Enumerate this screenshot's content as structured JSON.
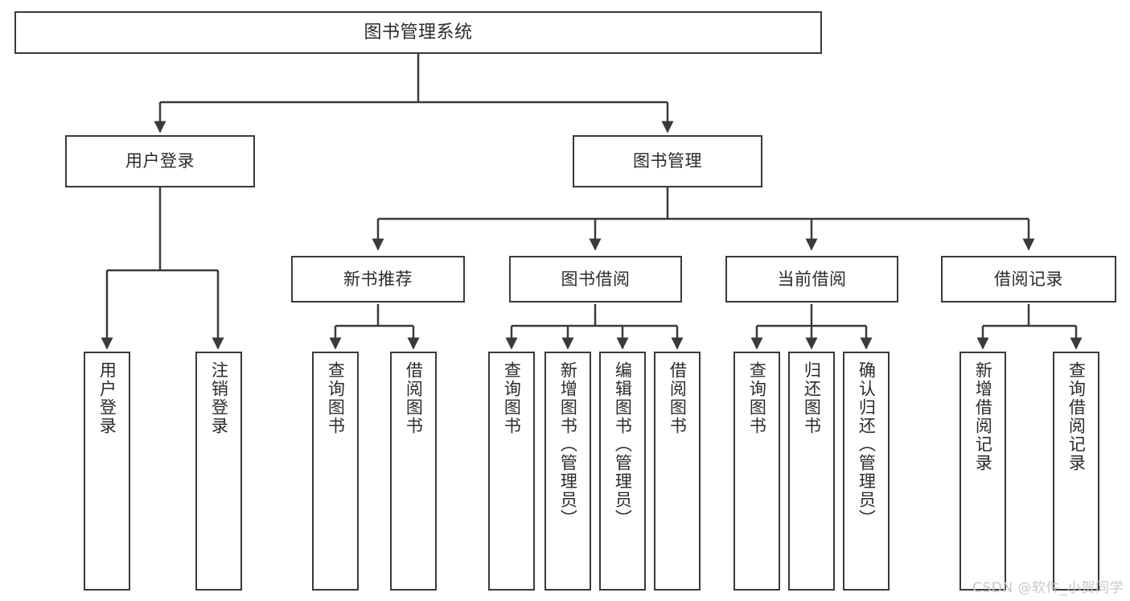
{
  "diagram": {
    "title": "图书管理系统",
    "type": "tree-structure-chart",
    "stroke_color": "#3a3a3a",
    "fill_color": "#ffffff",
    "text_color": "#2b2b2b"
  },
  "nodes": {
    "root": {
      "label": "图书管理系统"
    },
    "level1": [
      {
        "id": "user-login",
        "label": "用户登录"
      },
      {
        "id": "book-management",
        "label": "图书管理"
      }
    ],
    "level2": [
      {
        "id": "new-book-recommend",
        "label": "新书推荐"
      },
      {
        "id": "book-borrow",
        "label": "图书借阅"
      },
      {
        "id": "current-borrow",
        "label": "当前借阅"
      },
      {
        "id": "borrow-record",
        "label": "借阅记录"
      }
    ],
    "leaves": {
      "user_login": [
        {
          "id": "leaf-user-login",
          "label": "用户登录"
        },
        {
          "id": "leaf-logout-login",
          "label": "注销登录"
        }
      ],
      "new_book_recommend": [
        {
          "id": "leaf-query-book-1",
          "label": "查询图书"
        },
        {
          "id": "leaf-borrow-book-1",
          "label": "借阅图书"
        }
      ],
      "book_borrow": [
        {
          "id": "leaf-query-book-2",
          "label": "查询图书"
        },
        {
          "id": "leaf-add-book",
          "label": "新增图书（管理员）"
        },
        {
          "id": "leaf-edit-book",
          "label": "编辑图书（管理员）"
        },
        {
          "id": "leaf-borrow-book-2",
          "label": "借阅图书"
        }
      ],
      "current_borrow": [
        {
          "id": "leaf-query-book-3",
          "label": "查询图书"
        },
        {
          "id": "leaf-return-book",
          "label": "归还图书"
        },
        {
          "id": "leaf-confirm-return",
          "label": "确认归还（管理员）"
        }
      ],
      "borrow_record": [
        {
          "id": "leaf-add-record",
          "label": "新增借阅记录"
        },
        {
          "id": "leaf-query-record",
          "label": "查询借阅记录"
        }
      ]
    }
  },
  "watermark": {
    "text": "CSDN @软件_小贺同学"
  }
}
